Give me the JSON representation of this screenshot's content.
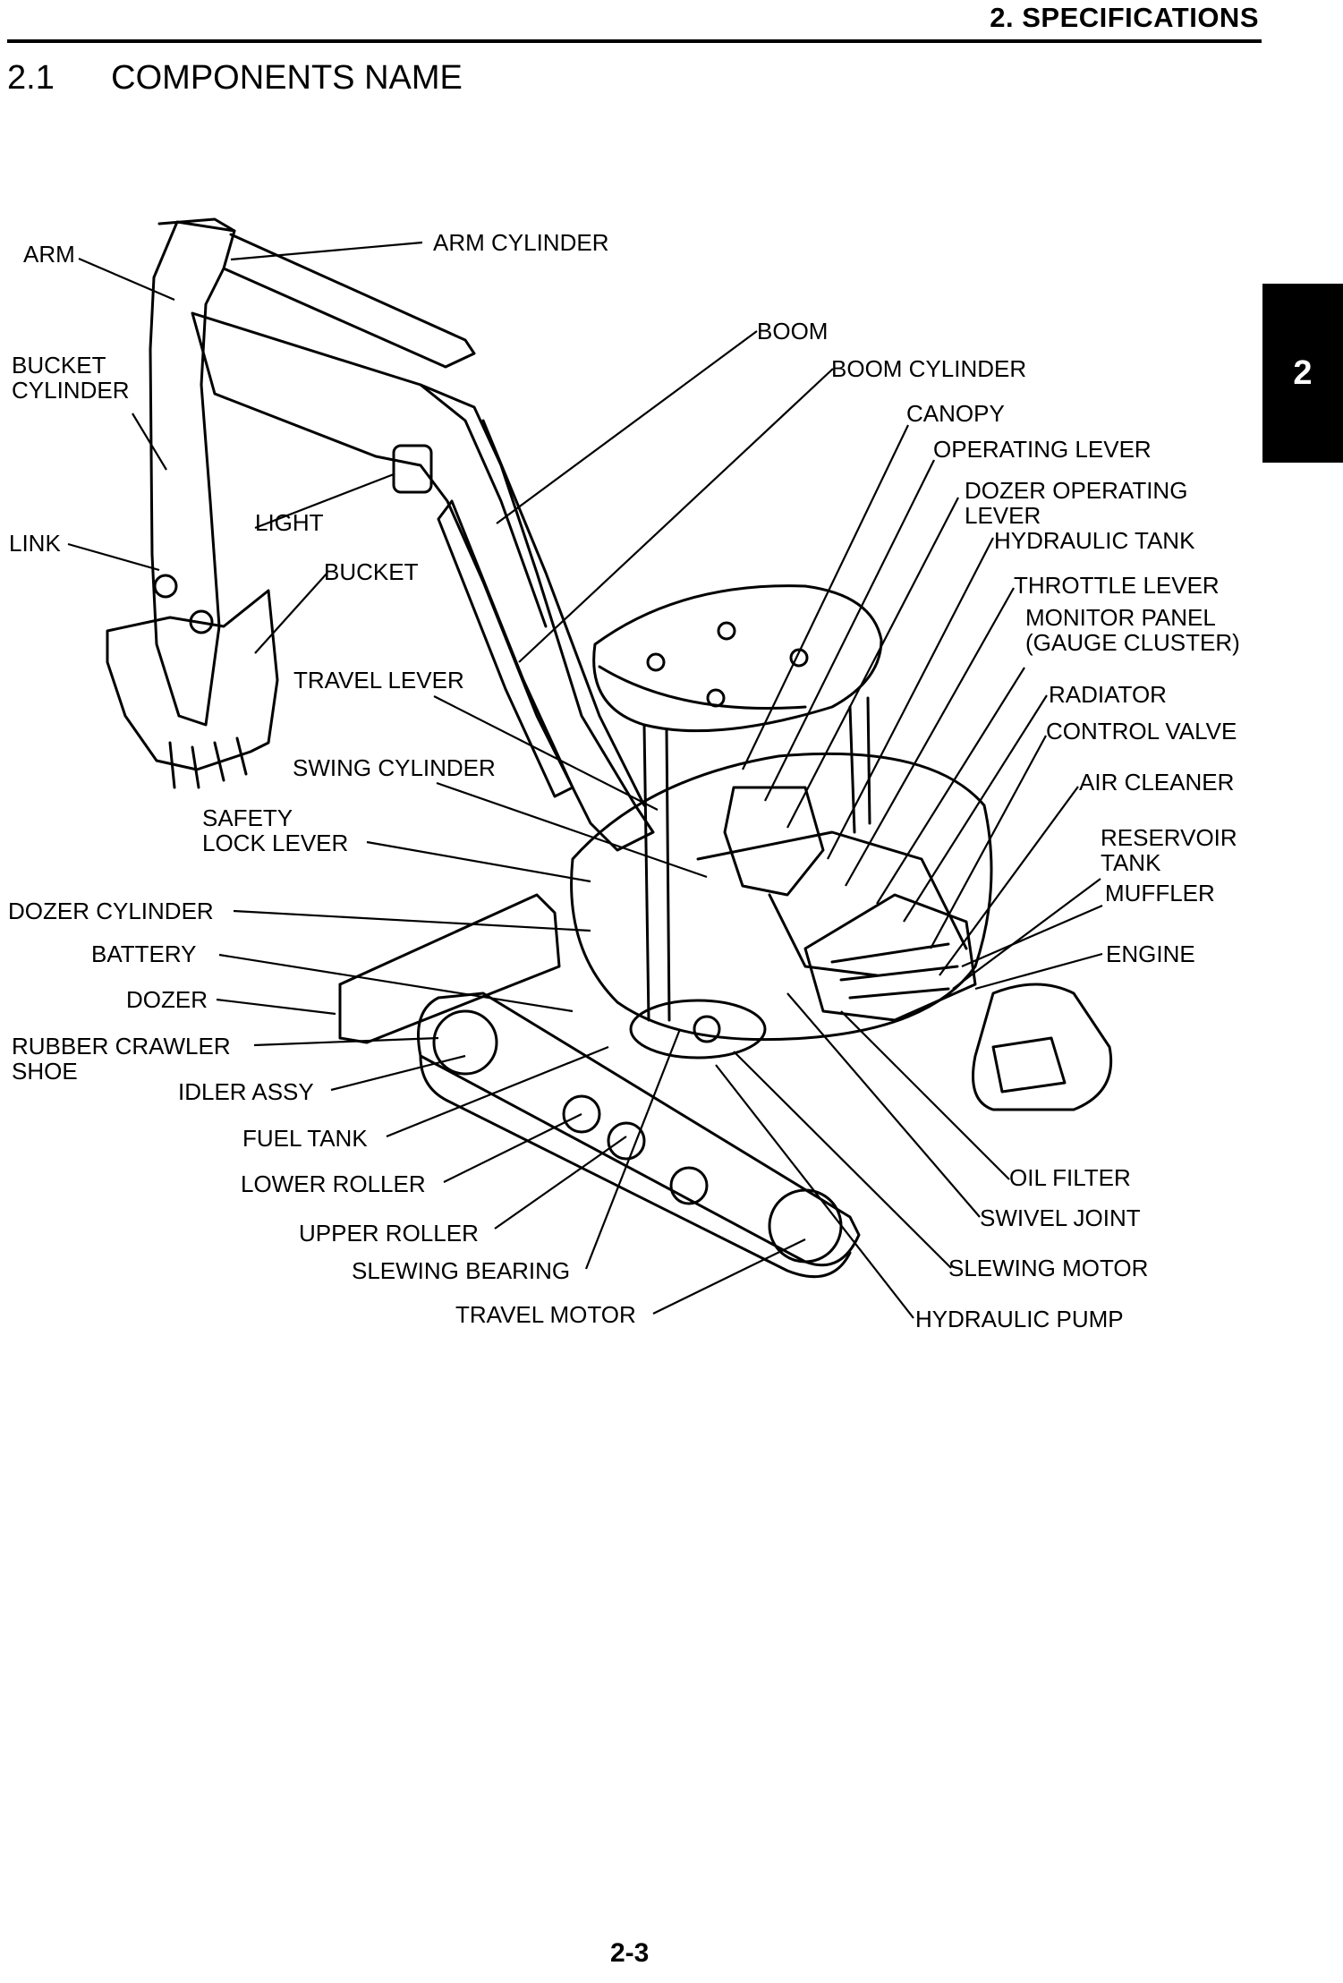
{
  "header": {
    "section": "2. SPECIFICATIONS",
    "heading": "2.1      COMPONENTS NAME",
    "chapter_tab": "2"
  },
  "components": [
    "ARM",
    "ARM CYLINDER",
    "BUCKET\nCYLINDER",
    "BOOM",
    "BOOM CYLINDER",
    "CANOPY",
    "OPERATING LEVER",
    "DOZER OPERATING\nLEVER",
    "HYDRAULIC TANK",
    "LIGHT",
    "LINK",
    "BUCKET",
    "THROTTLE LEVER",
    "MONITOR PANEL\n(GAUGE CLUSTER)",
    "TRAVEL LEVER",
    "RADIATOR",
    "CONTROL VALVE",
    "SWING CYLINDER",
    "AIR CLEANER",
    "SAFETY\nLOCK LEVER",
    "RESERVOIR\nTANK",
    "DOZER CYLINDER",
    "MUFFLER",
    "BATTERY",
    "ENGINE",
    "DOZER",
    "RUBBER CRAWLER\nSHOE",
    "IDLER ASSY",
    "FUEL TANK",
    "LOWER ROLLER",
    "UPPER ROLLER",
    "SLEWING BEARING",
    "TRAVEL MOTOR",
    "OIL FILTER",
    "SWIVEL JOINT",
    "SLEWING MOTOR",
    "HYDRAULIC PUMP"
  ],
  "footer": {
    "page_number": "2-3"
  }
}
